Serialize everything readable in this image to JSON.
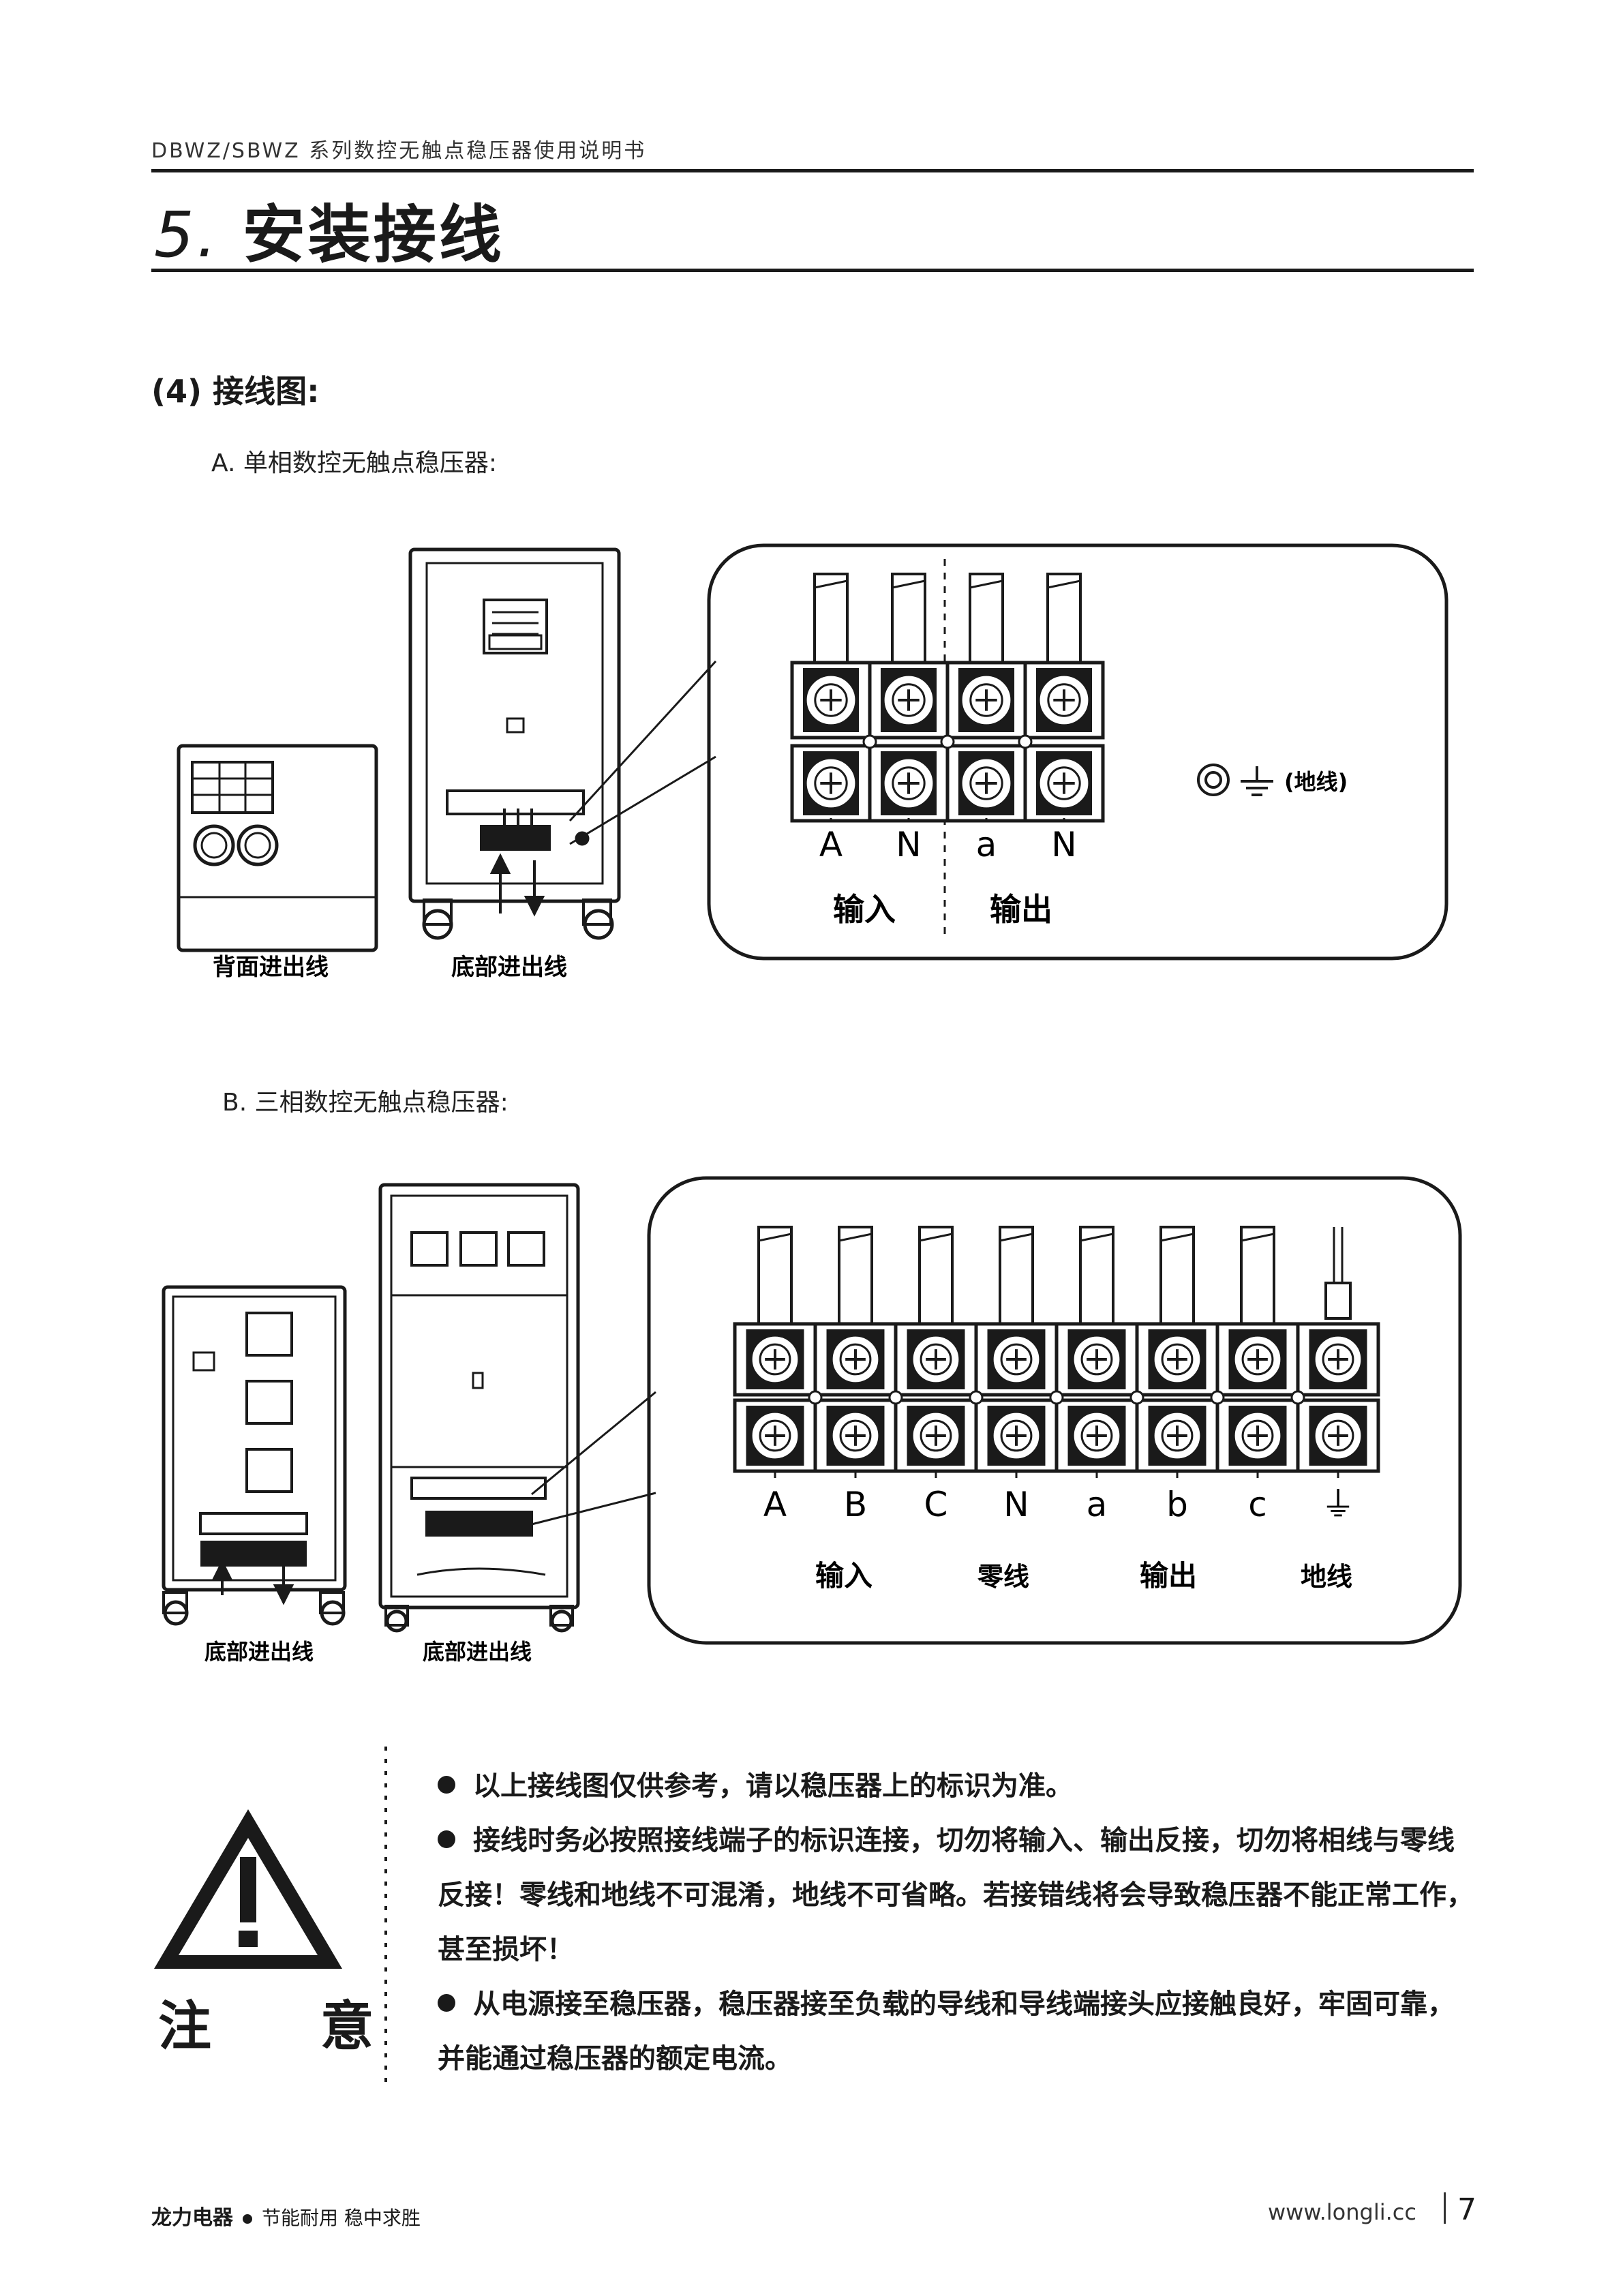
{
  "header": {
    "running_title": "DBWZ/SBWZ 系列数控无触点稳压器使用说明书"
  },
  "chapter": {
    "number": "5.",
    "title": "安装接线"
  },
  "section": {
    "heading": "(4) 接线图:"
  },
  "single_phase": {
    "label": "A. 单相数控无触点稳压器:",
    "caption_back": "背面进出线",
    "caption_bottom": "底部进出线",
    "terminals": [
      "A",
      "N",
      "a",
      "N"
    ],
    "group_input": "输入",
    "group_output": "输出",
    "ground_label": "(地线)"
  },
  "three_phase": {
    "label": "B. 三相数控无触点稳压器:",
    "caption_left": "底部进出线",
    "caption_right": "底部进出线",
    "terminals": [
      "A",
      "B",
      "C",
      "N",
      "a",
      "b",
      "c",
      "⏚"
    ],
    "group_input": "输入",
    "group_neutral": "零线",
    "group_output": "输出",
    "group_ground": "地线"
  },
  "notice": {
    "label": "注意",
    "bullets": [
      "以上接线图仅供参考，请以稳压器上的标识为准。",
      "接线时务必按照接线端子的标识连接，切勿将输入、输出反接，切勿将相线与零线反接！零线和地线不可混淆，地线不可省略。若接错线将会导致稳压器不能正常工作，甚至损坏！",
      "从电源接至稳压器，稳压器接至负载的导线和导线端接头应接触良好，牢固可靠，并能通过稳压器的额定电流。"
    ]
  },
  "footer": {
    "brand": "龙力电器",
    "slogan": "节能耐用 稳中求胜",
    "url": "www.longli.cc",
    "page_number": "7"
  }
}
